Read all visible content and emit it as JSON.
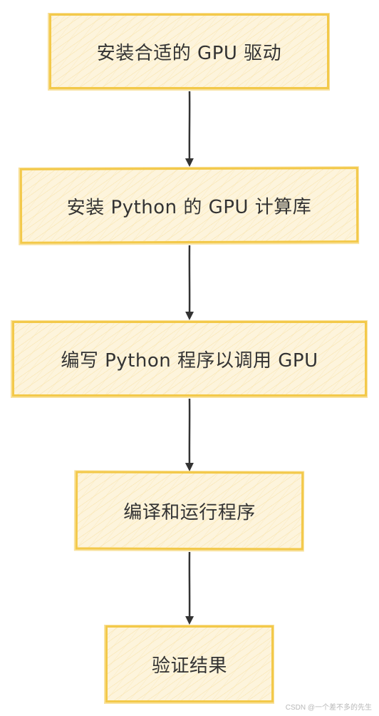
{
  "steps": [
    {
      "label": "安装合适的 GPU 驱动"
    },
    {
      "label": "安装 Python 的 GPU 计算库"
    },
    {
      "label": "编写 Python 程序以调用 GPU"
    },
    {
      "label": "编译和运行程序"
    },
    {
      "label": "验证结果"
    }
  ],
  "watermark": "CSDN @一个差不多的先生",
  "colors": {
    "node_border": "#f3c94a",
    "node_fill": "#fdf4dc",
    "arrow": "#333333",
    "text": "#333333"
  }
}
